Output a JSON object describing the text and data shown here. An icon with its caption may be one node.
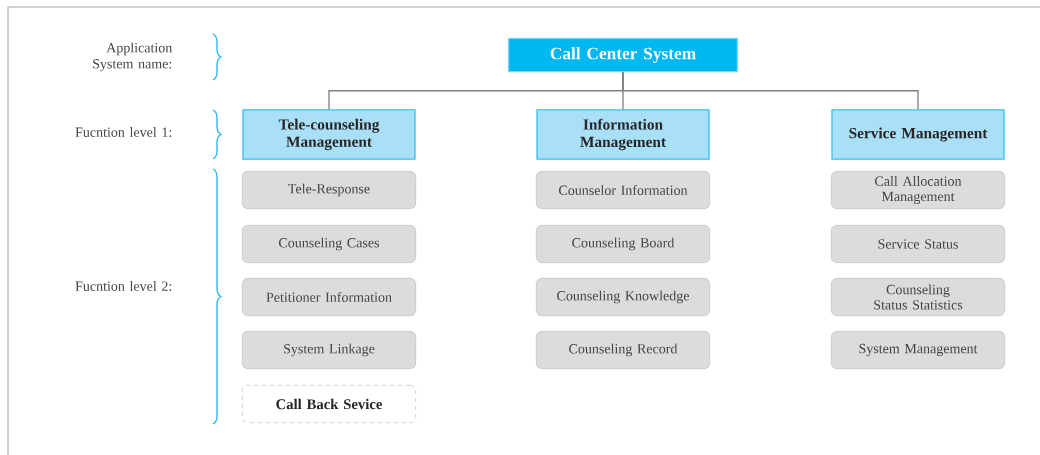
{
  "diagram": {
    "nodes": [
      {
        "text": [
          "Call Center System"
        ]
      },
      {
        "text": [
          "Tele-counseling Management"
        ]
      },
      {
        "text": [
          "Information Management"
        ]
      },
      {
        "text": [
          "Service Management"
        ]
      },
      {
        "text": [
          "Tele-Response"
        ]
      },
      {
        "text": [
          "Counseling Cases"
        ]
      },
      {
        "text": [
          "Petitioner Information"
        ]
      },
      {
        "text": [
          "System Linkage"
        ]
      },
      {
        "text": [
          "Call Back Sevice"
        ]
      },
      {
        "text": [
          "Counselor Information"
        ]
      },
      {
        "text": [
          "Counseling Board"
        ]
      },
      {
        "text": [
          "Counseling Knowledge"
        ]
      },
      {
        "text": [
          "Counseling Record"
        ]
      },
      {
        "text": [
          "Call Allocation Management"
        ]
      },
      {
        "text": [
          "Service Status"
        ]
      },
      {
        "text": [
          "Counseling Status Statistics"
        ]
      },
      {
        "text": [
          "System Management"
        ]
      }
    ],
    "edges": [
      {
        "from": 0,
        "to": 1,
        "arrow": "none"
      },
      {
        "from": 0,
        "to": 2,
        "arrow": "none"
      },
      {
        "from": 0,
        "to": 3,
        "arrow": "none"
      }
    ],
    "labels": [
      "Application System name:",
      "Fucntion level 1:",
      "Fucntion level 2:"
    ]
  }
}
